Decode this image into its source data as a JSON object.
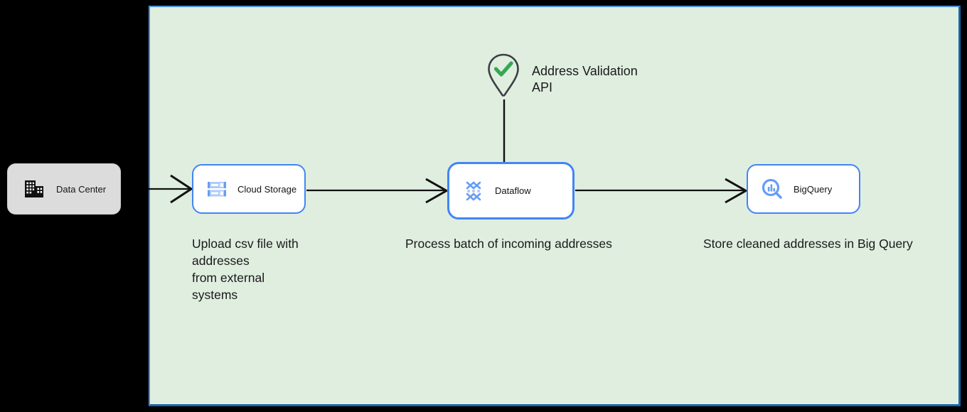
{
  "canvas": {
    "background_color": "#e0eee0",
    "border_color_light": "#4a90d9",
    "border_color_dark": "#1565a8"
  },
  "external": {
    "node": {
      "id": "data-center",
      "label": "Data Center",
      "icon": "office-building-icon",
      "background_color": "#dcdcdc",
      "icon_color": "#000000"
    }
  },
  "nodes": [
    {
      "id": "cloud-storage",
      "label": "Cloud Storage",
      "icon": "cloud-storage-icon",
      "border_color": "#4285f4",
      "background_color": "#ffffff"
    },
    {
      "id": "dataflow",
      "label": "Dataflow",
      "icon": "dataflow-icon",
      "border_color": "#4285f4",
      "background_color": "#ffffff"
    },
    {
      "id": "bigquery",
      "label": "BigQuery",
      "icon": "bigquery-magnifier-icon",
      "border_color": "#4285f4",
      "background_color": "#ffffff"
    }
  ],
  "service": {
    "id": "address-validation-api",
    "label": "Address Validation\nAPI",
    "icon": "map-pin-check-icon",
    "pin_stroke_color": "#3c4043",
    "check_color": "#34a853"
  },
  "captions": {
    "cloud_storage": "Upload csv file with addresses\nfrom external\nsystems",
    "dataflow": "Process batch of incoming addresses",
    "bigquery": "Store cleaned addresses in Big Query"
  },
  "connectors": [
    {
      "id": "datacenter-to-cloud-storage",
      "from": "Data Center",
      "to": "Cloud Storage",
      "style": "arrow",
      "color": "#111111"
    },
    {
      "id": "cloud-storage-to-dataflow",
      "from": "Cloud Storage",
      "to": "Dataflow",
      "style": "arrow",
      "color": "#111111"
    },
    {
      "id": "dataflow-to-bigquery",
      "from": "Dataflow",
      "to": "BigQuery",
      "style": "arrow",
      "color": "#111111"
    },
    {
      "id": "address-validation-to-dataflow",
      "from": "Address Validation API",
      "to": "Dataflow",
      "style": "line",
      "color": "#111111"
    }
  ]
}
